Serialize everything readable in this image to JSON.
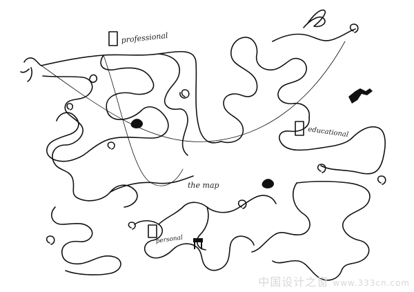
{
  "labels": {
    "professional": "professional",
    "educational": "educational",
    "personal": "personal",
    "title": "the map"
  },
  "watermark": {
    "text": "中国设计之窗",
    "url": "www.333cn.com"
  },
  "colors": {
    "ink": "#111111",
    "background": "#ffffff",
    "watermark": "#d8d8d8"
  }
}
